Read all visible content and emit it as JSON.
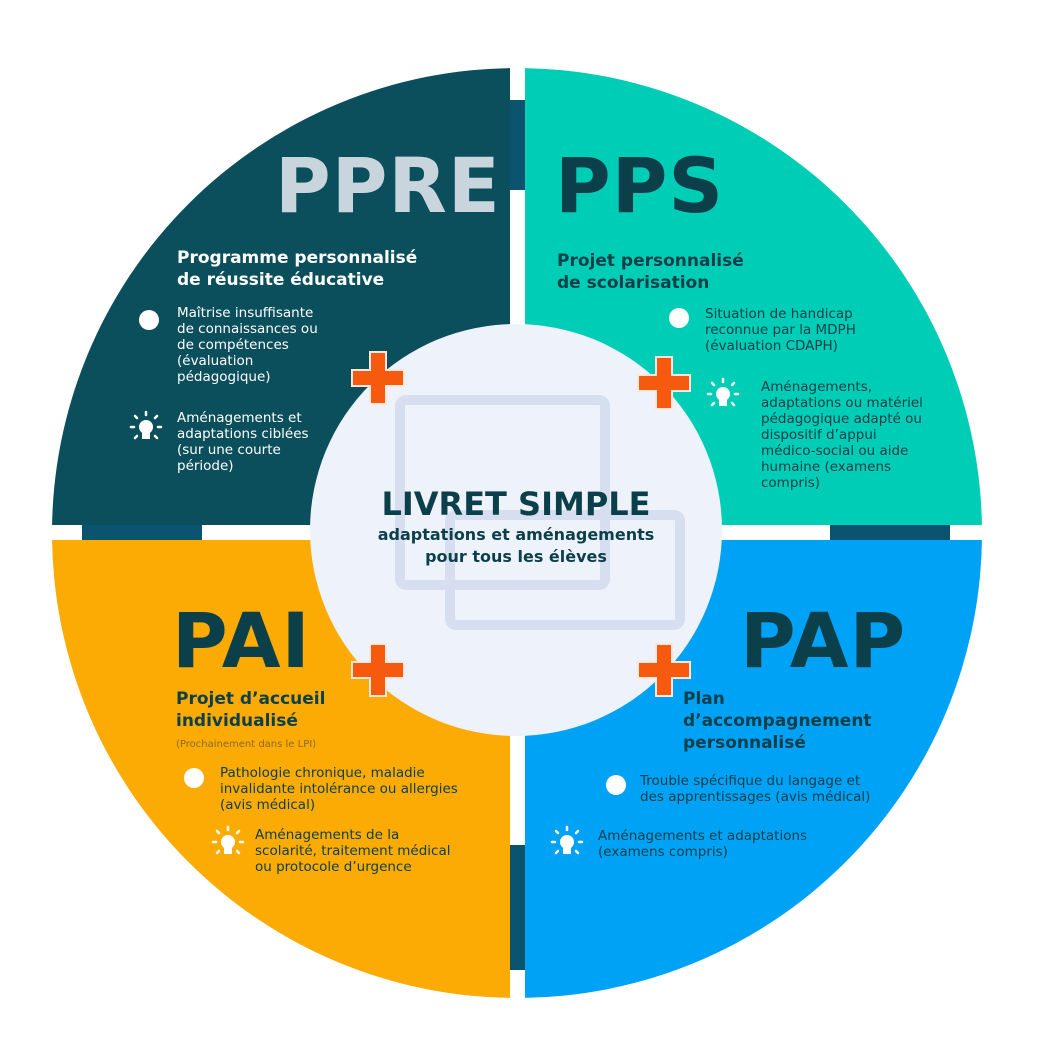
{
  "center": {
    "title": "LIVRET SIMPLE",
    "subtitle_line1": "adaptations et aménagements",
    "subtitle_line2": "pour tous les élèves"
  },
  "colors": {
    "ppre": "#0b4f5c",
    "pps": "#00cdb6",
    "pai": "#fcab05",
    "pap": "#00a2f6",
    "center": "#eef2fb",
    "plus": "#f55a0e",
    "connector": "#0b5470"
  },
  "ppre": {
    "acronym": "PPRE",
    "title_line1": "Programme personnalisé",
    "title_line2": "de réussite éducative",
    "criteria": [
      "Maîtrise insuffisante",
      "de connaissances ou",
      "de compétences",
      "(évaluation",
      "pédagogique)"
    ],
    "measures": [
      "Aménagements et",
      "adaptations ciblées",
      "(sur une courte",
      "période)"
    ]
  },
  "pps": {
    "acronym": "PPS",
    "title_line1": "Projet personnalisé",
    "title_line2": "de scolarisation",
    "criteria": [
      "Situation de handicap",
      "reconnue par la MDPH",
      "(évaluation CDAPH)"
    ],
    "measures": [
      "Aménagements,",
      "adaptations ou matériel",
      "pédagogique adapté ou",
      "dispositif d’appui",
      "médico-social ou aide",
      "humaine (examens",
      "compris)"
    ]
  },
  "pai": {
    "acronym": "PAI",
    "title_line1": "Projet d’accueil",
    "title_line2": "individualisé",
    "note": "(Prochainement dans le LPI)",
    "criteria": [
      "Pathologie chronique, maladie",
      "invalidante intolérance ou allergies",
      "(avis médical)"
    ],
    "measures": [
      "Aménagements de la",
      "scolarité, traitement médical",
      "ou protocole d’urgence"
    ]
  },
  "pap": {
    "acronym": "PAP",
    "title_line1": "Plan",
    "title_line2": "d’accompagnement",
    "title_line3": "personnalisé",
    "criteria": [
      "Trouble spécifique du langage et",
      "des apprentissages (avis médical)"
    ],
    "measures": [
      "Aménagements et adaptations",
      "(examens compris)"
    ]
  }
}
